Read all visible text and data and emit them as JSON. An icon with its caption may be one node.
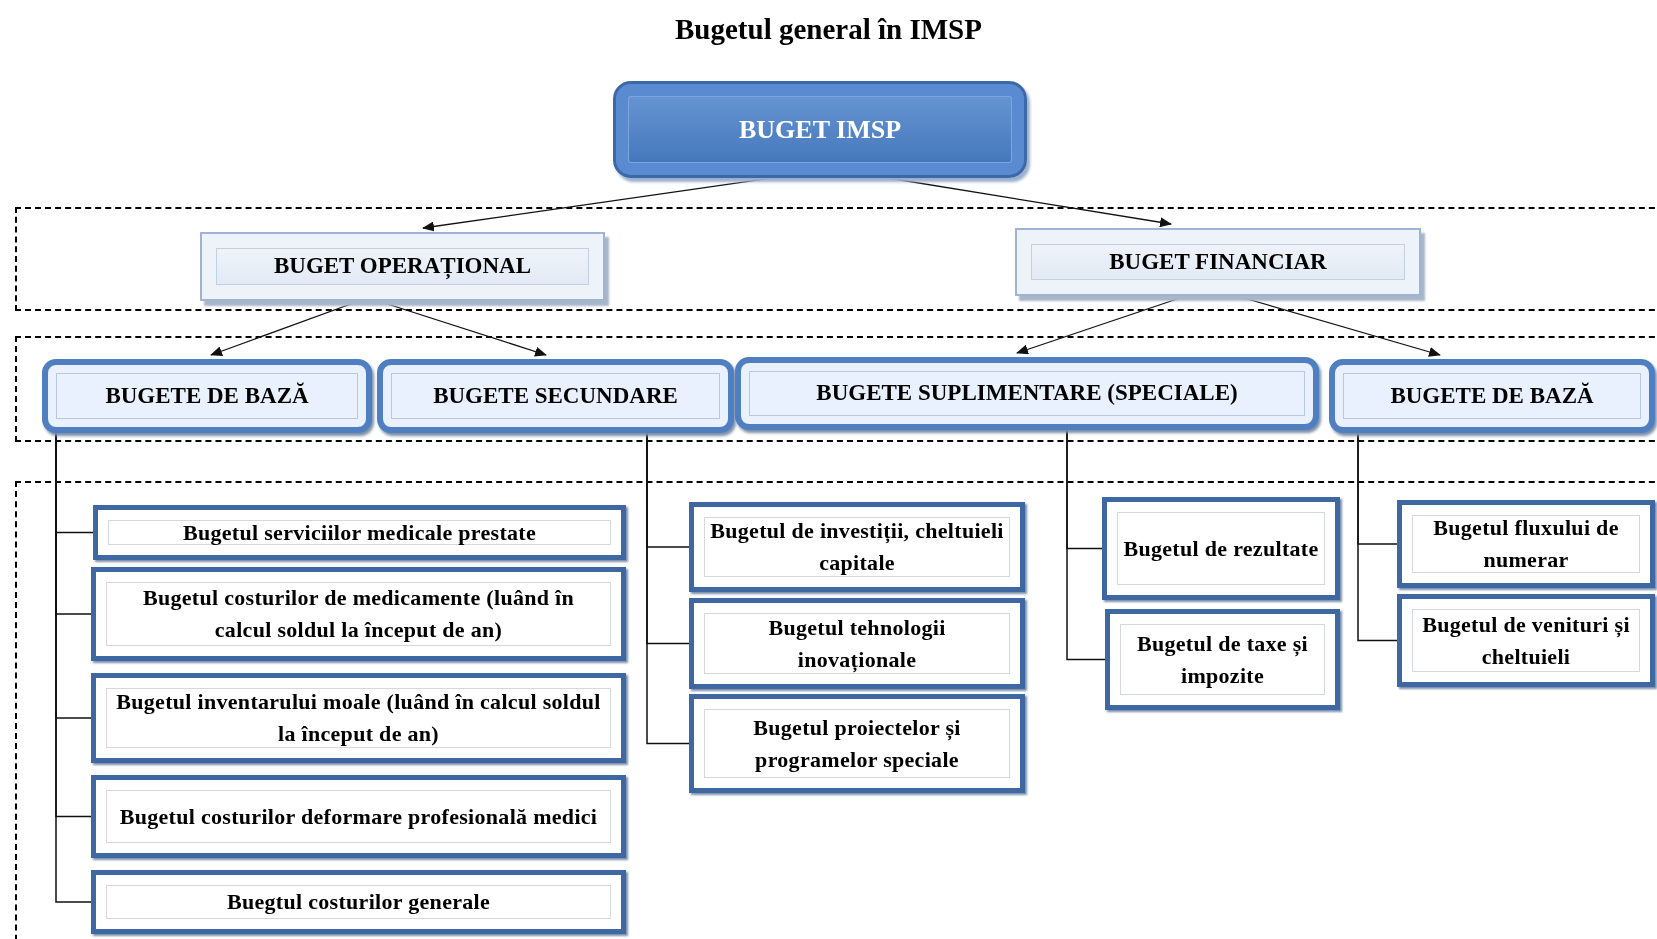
{
  "diagram": {
    "title": "Bugetul general în IMSP",
    "nodes": [
      {
        "text": [
          "BUGET IMSP"
        ]
      },
      {
        "text": [
          "BUGET OPERAȚIONAL"
        ]
      },
      {
        "text": [
          "BUGET FINANCIAR"
        ]
      },
      {
        "text": [
          "BUGETE DE BAZĂ"
        ]
      },
      {
        "text": [
          "BUGETE SECUNDARE"
        ]
      },
      {
        "text": [
          "BUGETE SUPLIMENTARE (SPECIALE)"
        ]
      },
      {
        "text": [
          "BUGETE DE BAZĂ"
        ]
      },
      {
        "text": [
          "Bugetul serviciilor medicale prestate"
        ]
      },
      {
        "text": [
          "Bugetul costurilor de medicamente (luând în calcul soldul la început de an)"
        ]
      },
      {
        "text": [
          "Bugetul inventarului moale (luând în calcul soldul la început de an)"
        ]
      },
      {
        "text": [
          "Bugetul costurilor deformare profesională medici"
        ]
      },
      {
        "text": [
          "Buegtul costurilor generale"
        ]
      },
      {
        "text": [
          "Bugetul de investiții, cheltuieli capitale"
        ]
      },
      {
        "text": [
          "Bugetul tehnologii inovaționale"
        ]
      },
      {
        "text": [
          "Bugetul proiectelor și programelor speciale"
        ]
      },
      {
        "text": [
          "Bugetul de rezultate"
        ]
      },
      {
        "text": [
          "Bugetul de taxe și impozite"
        ]
      },
      {
        "text": [
          "Bugetul fluxului de numerar"
        ]
      },
      {
        "text": [
          "Bugetul de venituri și cheltuieli"
        ]
      }
    ],
    "edges": [
      {
        "from": 0,
        "to": 1,
        "arrow": "to"
      },
      {
        "from": 0,
        "to": 2,
        "arrow": "to"
      },
      {
        "from": 1,
        "to": 3,
        "arrow": "to"
      },
      {
        "from": 1,
        "to": 4,
        "arrow": "to"
      },
      {
        "from": 2,
        "to": 5,
        "arrow": "to"
      },
      {
        "from": 2,
        "to": 6,
        "arrow": "to"
      },
      {
        "from": 3,
        "to": 7,
        "arrow": "none"
      },
      {
        "from": 3,
        "to": 8,
        "arrow": "none"
      },
      {
        "from": 3,
        "to": 9,
        "arrow": "none"
      },
      {
        "from": 3,
        "to": 10,
        "arrow": "none"
      },
      {
        "from": 3,
        "to": 11,
        "arrow": "none"
      },
      {
        "from": 4,
        "to": 12,
        "arrow": "none"
      },
      {
        "from": 4,
        "to": 13,
        "arrow": "none"
      },
      {
        "from": 4,
        "to": 14,
        "arrow": "none"
      },
      {
        "from": 5,
        "to": 15,
        "arrow": "none"
      },
      {
        "from": 5,
        "to": 16,
        "arrow": "none"
      },
      {
        "from": 6,
        "to": 17,
        "arrow": "none"
      },
      {
        "from": 6,
        "to": 18,
        "arrow": "none"
      }
    ]
  }
}
